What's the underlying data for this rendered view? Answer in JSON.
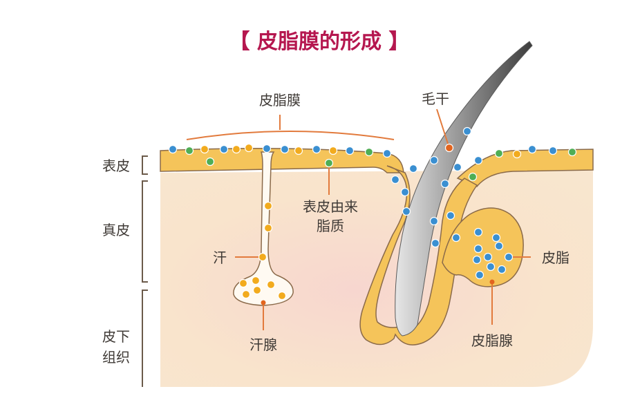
{
  "title": "【 皮脂膜的形成 】",
  "labels": {
    "sebum_membrane": "皮脂膜",
    "hair_shaft": "毛干",
    "epidermis": "表皮",
    "dermis": "真皮",
    "subcutis_line1": "皮下",
    "subcutis_line2": "组织",
    "epidermal_lipid_line1": "表皮由来",
    "epidermal_lipid_line2": "脂质",
    "sweat": "汗",
    "sweat_gland": "汗腺",
    "sebum": "皮脂",
    "sebaceous_gland": "皮脂腺"
  },
  "colors": {
    "title": "#b5174f",
    "text": "#3f3a36",
    "skin_tan": "#f5c45a",
    "dermis_bg": "#f8e2cc",
    "outline": "#8a6a4a",
    "leader": "#e27a3c",
    "dot_blue": "#3a8fd1",
    "dot_green": "#4fae55",
    "dot_yellow": "#f2ab1e",
    "dot_orange": "#e2641e",
    "hair_dark": "#4a4a4a",
    "hair_light": "#d9d9d9"
  },
  "legend_dots": {
    "blue": "sebum",
    "green": "epidermal-lipid",
    "yellow": "sweat"
  }
}
